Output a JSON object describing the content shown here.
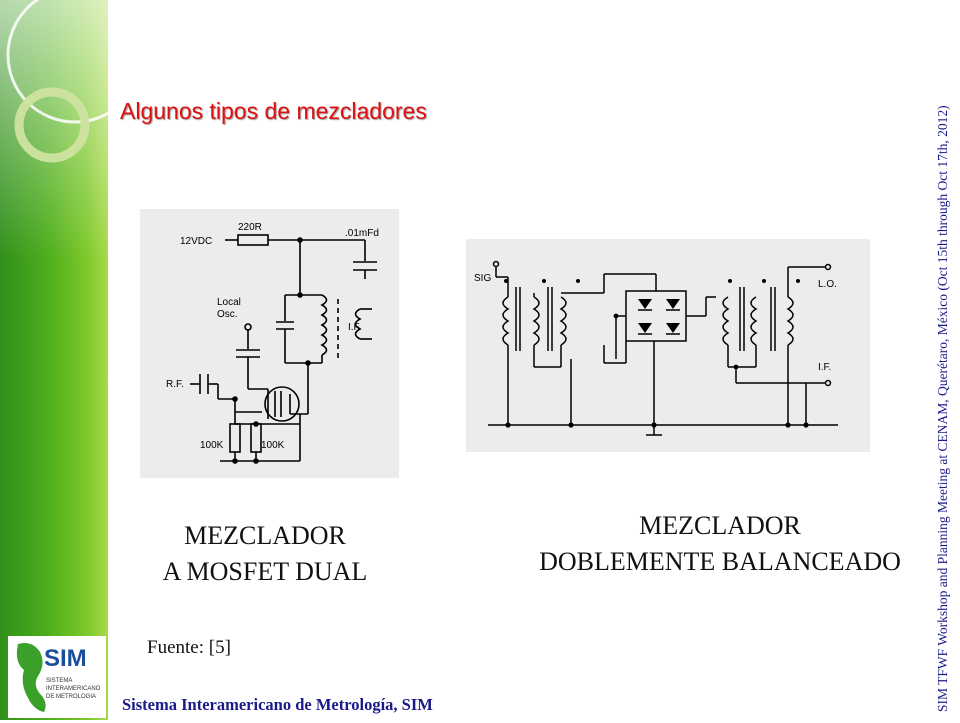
{
  "slide": {
    "title": "Algunos tipos de mezcladores",
    "footer": "Sistema Interamericano de Metrología, SIM",
    "source": "Fuente: [5]",
    "side_note": "SIM TFWF Workshop and Planning Meeting at CENAM, Querétaro, México (Oct 15th through Oct 17th, 2012)"
  },
  "figure1": {
    "caption_line1": "MEZCLADOR",
    "caption_line2": "A MOSFET DUAL",
    "labels": {
      "vdc": "12VDC",
      "resistor": "220R",
      "cap": ".01mFd",
      "local": "Local",
      "osc": "Osc.",
      "if": "I.F.",
      "rf": "R.F.",
      "r1": "100K",
      "r2": "100K"
    }
  },
  "figure2": {
    "caption_line1": "MEZCLADOR",
    "caption_line2": "DOBLEMENTE BALANCEADO",
    "labels": {
      "sig": "SIG",
      "lo": "L.O.",
      "if": "I.F."
    }
  },
  "logo": {
    "abbr": "SIM",
    "line1": "SISTEMA",
    "line2": "INTERAMERICANO",
    "line3": "DE METROLOGIA"
  },
  "colors": {
    "title": "#e01010",
    "footer": "#1a1a8a",
    "sidebar": "#4fae1c"
  }
}
